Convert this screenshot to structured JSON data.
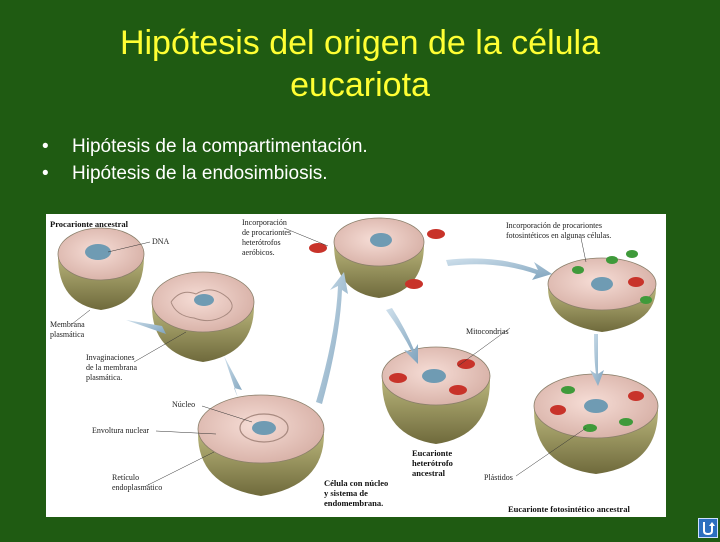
{
  "slide": {
    "title_line1": "Hipótesis del origen de la célula",
    "title_line2": "eucariota",
    "bullets": [
      "Hipótesis de la compartimentación.",
      "Hipótesis de la endosimbiosis."
    ],
    "colors": {
      "background": "#1f5b12",
      "title": "#ffff33",
      "text": "#ffffff"
    }
  },
  "figure": {
    "labels": {
      "procarionte": "Procarionte ancestral",
      "dna": "DNA",
      "membrana_1": "Membrana",
      "membrana_2": "plasmática",
      "invag_1": "Invaginaciones",
      "invag_2": "de la membrana",
      "invag_3": "plasmática.",
      "nucleo": "Núcleo",
      "envoltura": "Envoltura nuclear",
      "reticulo_1": "Retículo",
      "reticulo_2": "endoplasmático",
      "celula_1": "Célula con núcleo",
      "celula_2": "y sistema de",
      "celula_3": "endomembrana.",
      "incorp_aer_1": "Incorporación",
      "incorp_aer_2": "de procariontes",
      "incorp_aer_3": "heterótrofos",
      "incorp_aer_4": "aeróbicos.",
      "mitocondrias": "Mitocondrias",
      "euc_het_1": "Eucarionte",
      "euc_het_2": "heterótrofo",
      "euc_het_3": "ancestral",
      "incorp_fot_1": "Incorporación de procariontes",
      "incorp_fot_2": "fotosintéticos en algunas células.",
      "plastidos": "Plástidos",
      "euc_fot": "Eucarionte fotosintético ancestral"
    }
  },
  "icons": {
    "corner": "return-icon"
  }
}
